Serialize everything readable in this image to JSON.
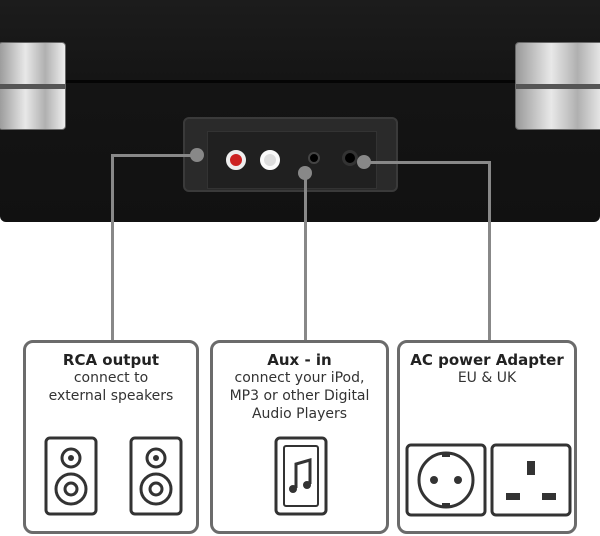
{
  "callouts": [
    {
      "title": "RCA output",
      "lines": [
        "connect to",
        "external speakers"
      ]
    },
    {
      "title": "Aux - in",
      "lines": [
        "connect your iPod,",
        "MP3 or other Digital",
        "Audio Players"
      ]
    },
    {
      "title": "AC power Adapter",
      "lines": [
        "EU & UK"
      ]
    }
  ],
  "icons": [
    "speaker-icon",
    "speaker-icon",
    "music-file-icon",
    "eu-socket-icon",
    "uk-socket-icon"
  ],
  "colors": {
    "case": "#151515",
    "callout_line": "#888888",
    "box_border": "#6b6b6b"
  }
}
